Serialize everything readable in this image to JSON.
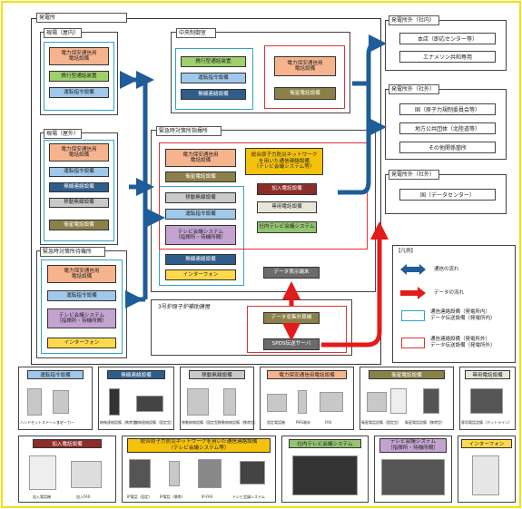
{
  "colors": {
    "frame": "#f2e200",
    "comm_flow": "#1f5c9a",
    "data_flow": "#e31b1b",
    "cyan": "#2aa7c6",
    "red": "#d33"
  },
  "plant": {
    "title": "発電所",
    "field_indoor_1": {
      "title": "現場（屋内）",
      "items": [
        "電力保安通信用\n電話設備",
        "携行型通話装置",
        "運転指令設備"
      ]
    },
    "central_control": {
      "title": "中央制御室",
      "items": [
        "携行型通話装置",
        "運転指令設備",
        "無線連絡設備",
        "電力保安通信用\n電話設備",
        "衛星電話設備"
      ]
    },
    "field_indoor_2": {
      "title": "現場（屋外）",
      "items": [
        "電力保安通信用\n電話設備",
        "運転指令設備",
        "無線連絡設備",
        "移動無線設備",
        "衛星電話設備"
      ]
    },
    "emergency_center": {
      "title": "緊急時対策所指揮所",
      "items": [
        "電力保安通信用\n電話設備",
        "衛星電話設備",
        "移動無線設備",
        "運転指令設備",
        "テレビ会議システム\n（指揮所・待機所間）",
        "無線連絡設備",
        "インターフォン",
        "総合原子力防災ネットワーク\nを用いた通信連絡設備\n（テレビ会議システム等）",
        "加入電話設備",
        "専用電話設備",
        "社内テレビ会議システム",
        "データ表示端末"
      ]
    },
    "emergency_standby": {
      "title": "緊急時対策所待機所",
      "items": [
        "電力保安通信用\n電話設備",
        "運転指令設備",
        "テレビ会議システム\n（指揮所・待機所間）",
        "インターフォン"
      ]
    },
    "reactor_building": {
      "title": "3号炉原子炉補助建屋",
      "items": [
        "データ収集計算機",
        "SPDS伝送サーバ"
      ]
    }
  },
  "right": {
    "internal": {
      "title": "発電所外（社内）",
      "items": [
        "本店（即応センター等）",
        "エナメソン共和専用"
      ]
    },
    "external": {
      "title": "発電所外（社外）",
      "items": [
        "国（原子力規制委員会等）",
        "地方公共団体（北陸道等）",
        "その他関係箇所"
      ]
    },
    "data_center": {
      "title": "発電所外（社外）",
      "items": [
        "国（データセンター）"
      ]
    }
  },
  "legend": {
    "title": "【凡例】",
    "entries": [
      "通信の流れ",
      "データの流れ",
      "通信連絡設備（発電所内）\nデータ伝送設備（発電所内）",
      "通信連絡設備（発電所外）\nデータ伝送設備（発電所外）"
    ]
  },
  "equipment_row1": [
    {
      "title": "運転指令設備",
      "caps": [
        "ハンドセットステーション",
        "スピーカー"
      ]
    },
    {
      "title": "無線連絡設備",
      "caps": [
        "無線連絡設備（携帯型）",
        "無線連絡設備（固定型）"
      ]
    },
    {
      "title": "移動無線設備",
      "caps": [
        "移動無線設備（固定型）",
        "移動無線設備（携帯型）"
      ]
    },
    {
      "title": "電力保安通信用電話設備",
      "caps": [
        "固定電話機",
        "PHS端末",
        "FAX"
      ]
    },
    {
      "title": "衛星電話設備",
      "caps": [
        "衛星電話設備（固定型）",
        "衛星電話設備（携帯型）"
      ]
    },
    {
      "title": "専用電話設備",
      "caps": [
        "専用電話設備（ホットライン）"
      ]
    }
  ],
  "equipment_row2": [
    {
      "title": "加入電話設備",
      "caps": [
        "加入電話機",
        "加入FAX"
      ]
    },
    {
      "title": "総合原子力防災ネットワークを用いた通信連絡設備\n（テレビ会議システム等）",
      "caps": [
        "IP電話（固定）",
        "IP電話（携帯）",
        "IP-FAX",
        "テレビ会議システム"
      ]
    },
    {
      "title": "社内テレビ会議システム",
      "caps": []
    },
    {
      "title": "テレビ会議システム\n（指揮所・待機所間）",
      "caps": []
    },
    {
      "title": "インターフォン",
      "caps": []
    }
  ]
}
